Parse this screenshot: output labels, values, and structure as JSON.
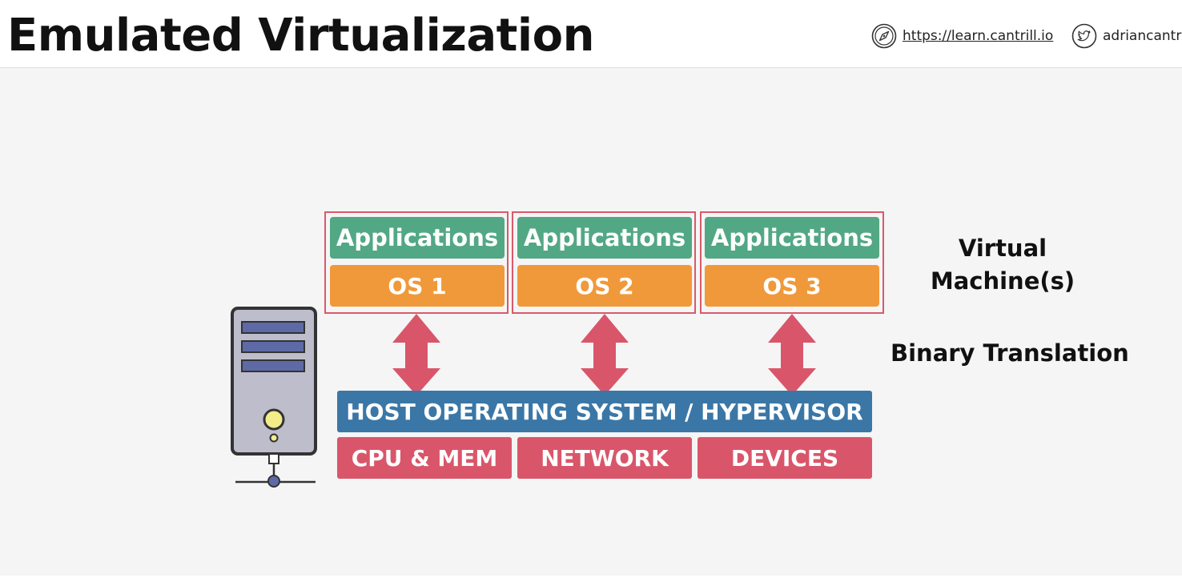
{
  "header": {
    "title": "Emulated Virtualization",
    "website_icon": "compass-icon",
    "website": "https://learn.cantrill.io",
    "twitter_icon": "twitter-icon",
    "twitter": "adriancantri"
  },
  "diagram": {
    "vms": [
      {
        "apps": "Applications",
        "os": "OS 1"
      },
      {
        "apps": "Applications",
        "os": "OS 2"
      },
      {
        "apps": "Applications",
        "os": "OS 3"
      }
    ],
    "vm_label": "Virtual\nMachine(s)",
    "translation_label": "Binary Translation",
    "host": "HOST OPERATING SYSTEM / HYPERVISOR",
    "resources": [
      "CPU & MEM",
      "NETWORK",
      "DEVICES"
    ],
    "server_icon": "server-tower-icon",
    "colors": {
      "applications": "#52a884",
      "os": "#f0993a",
      "host": "#3a77a7",
      "resource": "#d9566a",
      "arrow": "#d9566a",
      "vm_border": "#d85a6a"
    }
  }
}
